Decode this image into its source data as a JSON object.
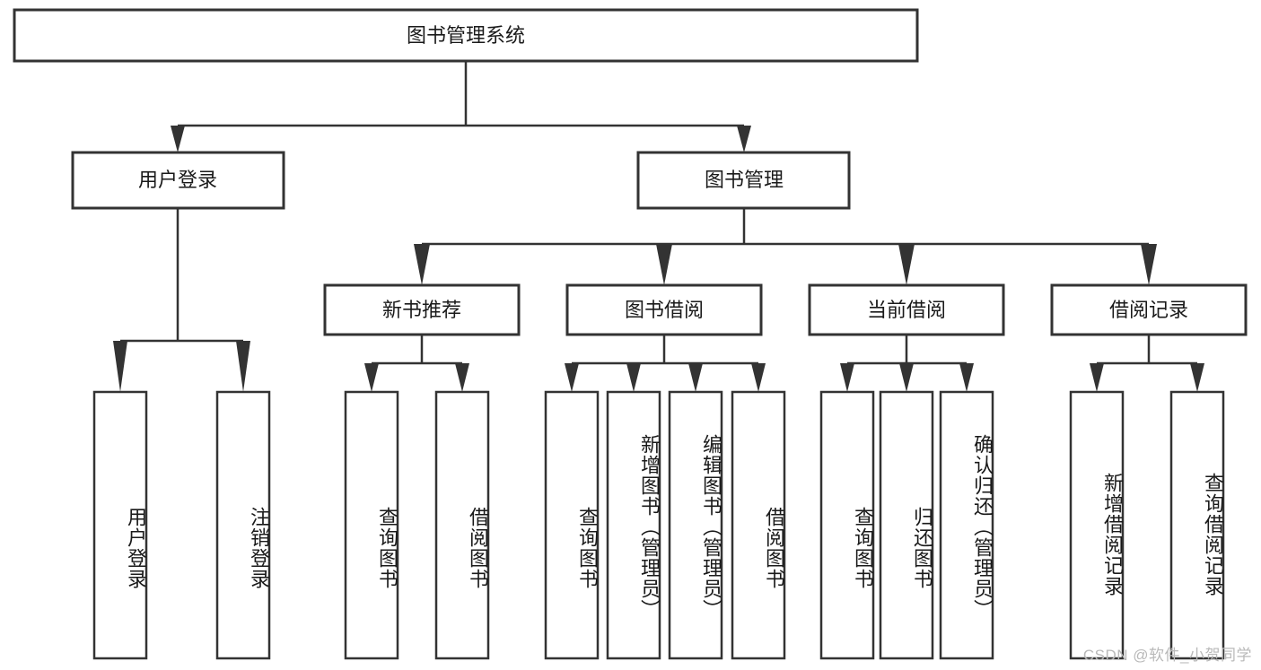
{
  "diagram": {
    "title": "图书管理系统",
    "type": "tree-hierarchy-diagram",
    "orientation": "top-down",
    "root": {
      "id": "root",
      "label": "图书管理系统"
    },
    "level2": [
      {
        "id": "user-login",
        "label": "用户登录"
      },
      {
        "id": "book-management",
        "label": "图书管理"
      }
    ],
    "level3": [
      {
        "id": "new-book-recommend",
        "label": "新书推荐",
        "parent": "book-management"
      },
      {
        "id": "book-borrow",
        "label": "图书借阅",
        "parent": "book-management"
      },
      {
        "id": "current-borrow",
        "label": "当前借阅",
        "parent": "book-management"
      },
      {
        "id": "borrow-record",
        "label": "借阅记录",
        "parent": "book-management"
      }
    ],
    "leaves": [
      {
        "id": "leaf-user-login",
        "label": "用户登录",
        "parent": "user-login"
      },
      {
        "id": "leaf-logout-login",
        "label": "注销登录",
        "parent": "user-login"
      },
      {
        "id": "leaf-query-book-1",
        "label": "查询图书",
        "parent": "new-book-recommend"
      },
      {
        "id": "leaf-borrow-book-1",
        "label": "借阅图书",
        "parent": "new-book-recommend"
      },
      {
        "id": "leaf-query-book-2",
        "label": "查询图书",
        "parent": "book-borrow"
      },
      {
        "id": "leaf-add-book",
        "label": "新增图书（管理员）",
        "parent": "book-borrow"
      },
      {
        "id": "leaf-edit-book",
        "label": "编辑图书（管理员）",
        "parent": "book-borrow"
      },
      {
        "id": "leaf-borrow-book-2",
        "label": "借阅图书",
        "parent": "book-borrow"
      },
      {
        "id": "leaf-query-book-3",
        "label": "查询图书",
        "parent": "current-borrow"
      },
      {
        "id": "leaf-return-book",
        "label": "归还图书",
        "parent": "current-borrow"
      },
      {
        "id": "leaf-confirm-return",
        "label": "确认归还（管理员）",
        "parent": "current-borrow"
      },
      {
        "id": "leaf-add-record",
        "label": "新增借阅记录",
        "parent": "borrow-record"
      },
      {
        "id": "leaf-query-record",
        "label": "查询借阅记录",
        "parent": "borrow-record"
      }
    ],
    "colors": {
      "box_stroke": "#333333",
      "box_fill": "#ffffff",
      "connector": "#333333",
      "text": "#1a1a1a",
      "watermark": "#b9b9b9",
      "background": "#ffffff"
    }
  },
  "watermark": {
    "text": "CSDN @软件_小贺同学"
  }
}
